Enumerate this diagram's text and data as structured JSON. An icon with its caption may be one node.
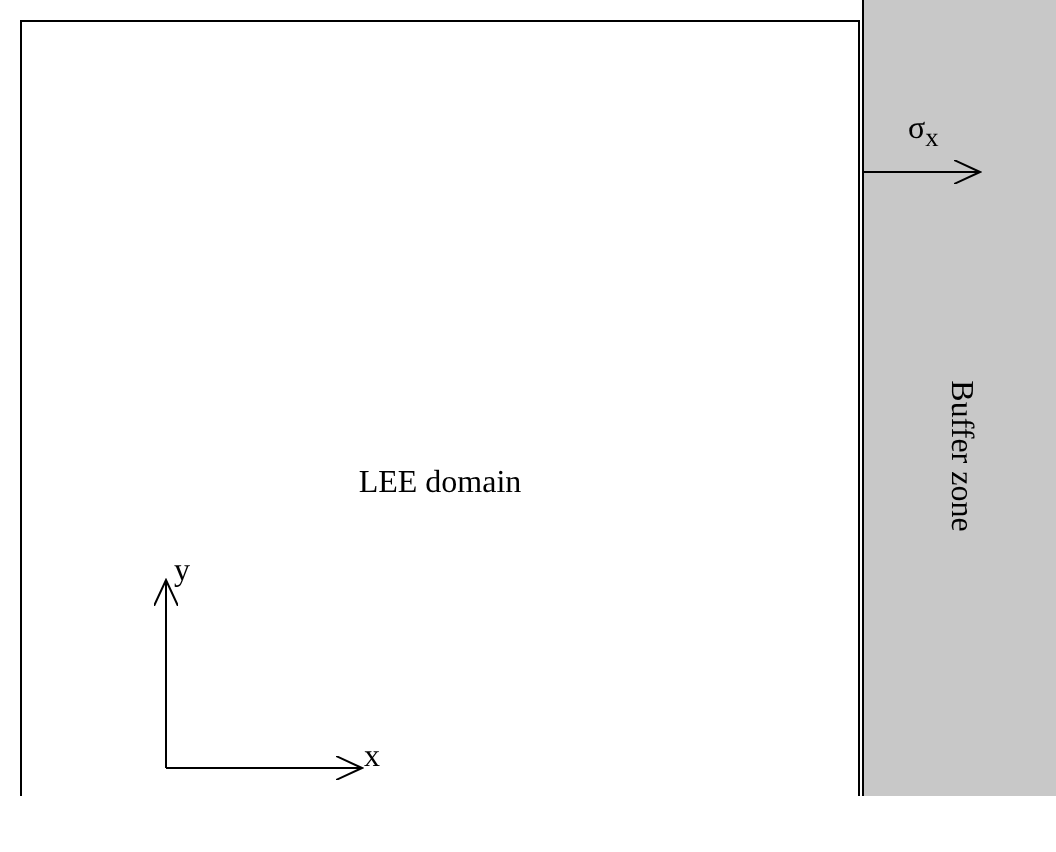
{
  "diagram": {
    "nodes": [
      {
        "text": [
          "LEE domain"
        ]
      },
      {
        "text": [
          "Buffer zone"
        ]
      }
    ],
    "edges": [],
    "labels": [
      "σ$_{x}$",
      "y",
      "x"
    ]
  }
}
